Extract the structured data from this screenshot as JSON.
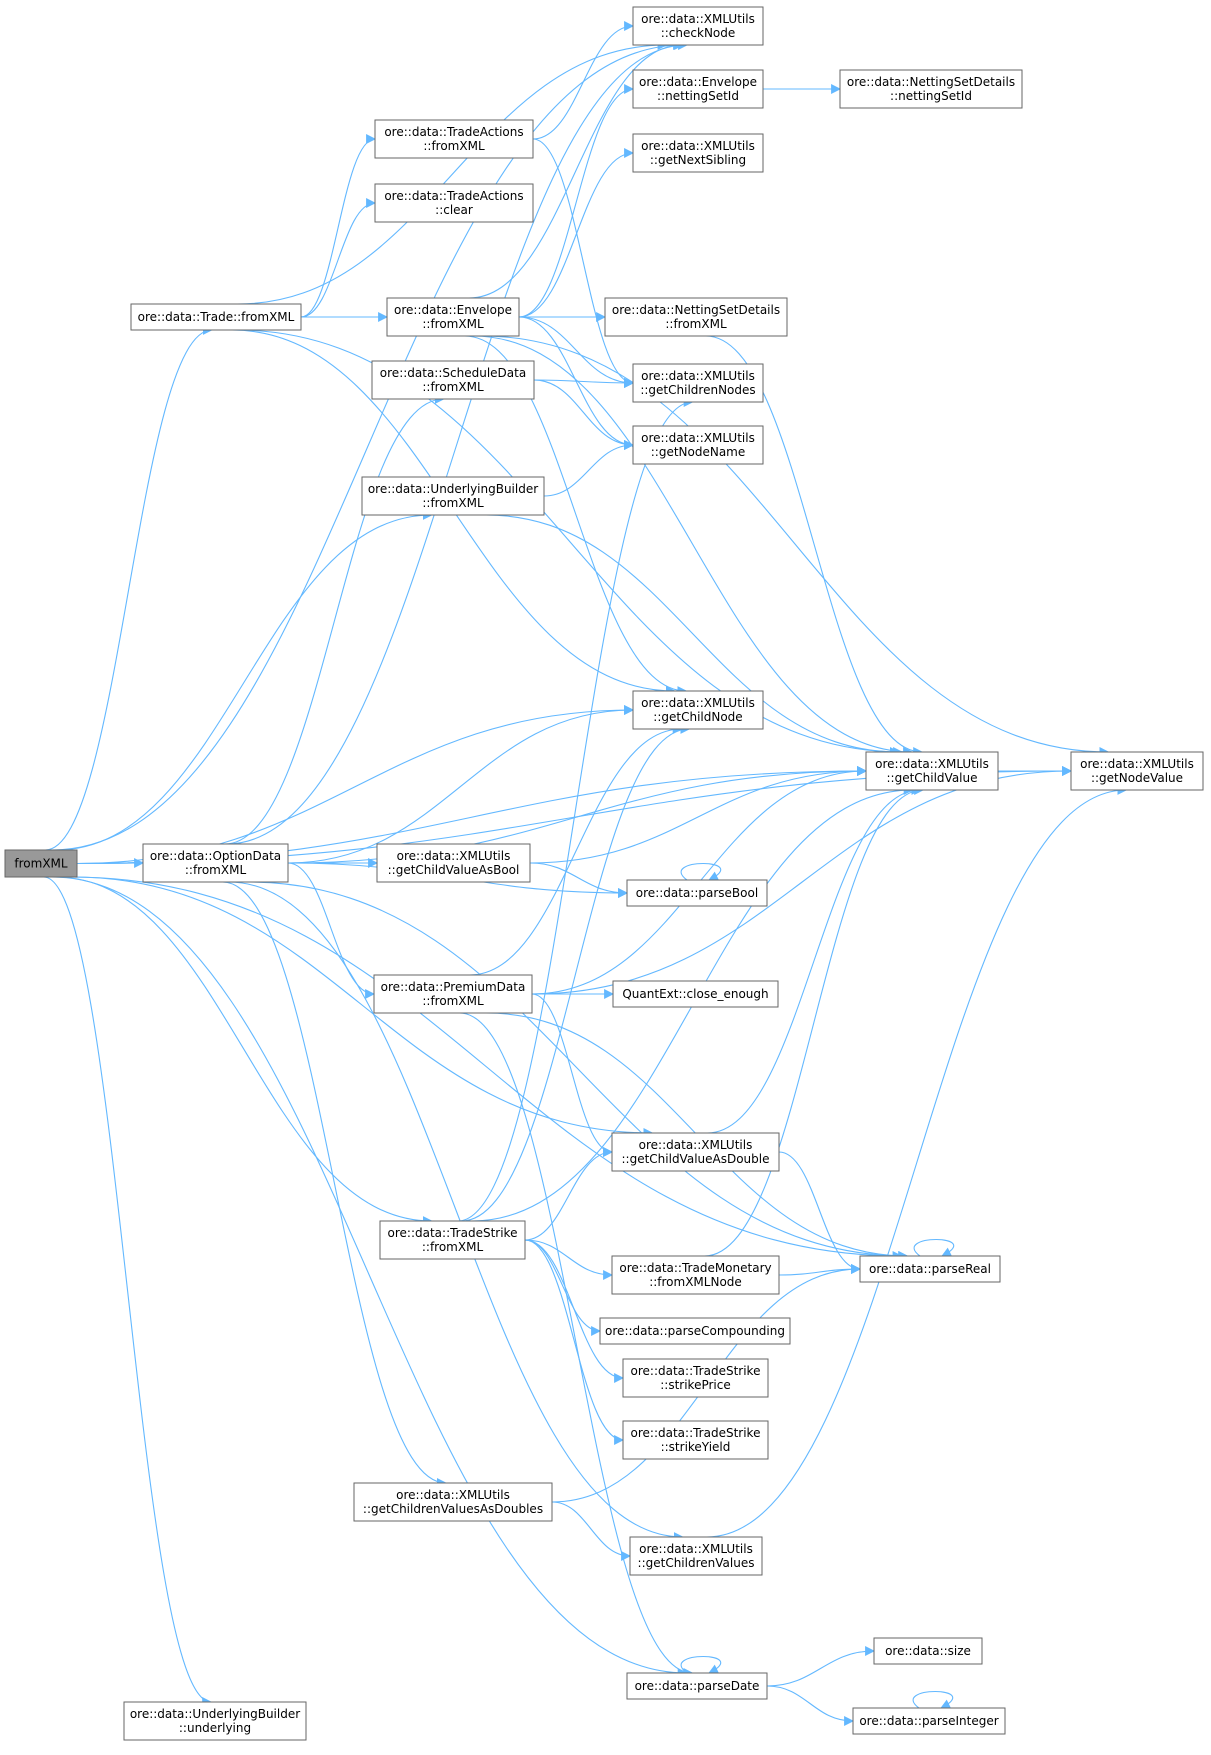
{
  "colors": {
    "edge": "#63b8ff",
    "node_border": "#666666",
    "root_fill": "#999999",
    "node_fill": "#ffffff"
  },
  "nodes": [
    {
      "id": "root",
      "lines": [
        "fromXML"
      ],
      "root": true
    },
    {
      "id": "checkNode",
      "lines": [
        "ore::data::XMLUtils",
        "::checkNode"
      ]
    },
    {
      "id": "envNettingSetId",
      "lines": [
        "ore::data::Envelope",
        "::nettingSetId"
      ]
    },
    {
      "id": "nsdNettingSetId",
      "lines": [
        "ore::data::NettingSetDetails",
        "::nettingSetId"
      ]
    },
    {
      "id": "getNextSibling",
      "lines": [
        "ore::data::XMLUtils",
        "::getNextSibling"
      ]
    },
    {
      "id": "taFromXML",
      "lines": [
        "ore::data::TradeActions",
        "::fromXML"
      ]
    },
    {
      "id": "taClear",
      "lines": [
        "ore::data::TradeActions",
        "::clear"
      ]
    },
    {
      "id": "tradeFromXML",
      "lines": [
        "ore::data::Trade::fromXML"
      ]
    },
    {
      "id": "envFromXML",
      "lines": [
        "ore::data::Envelope",
        "::fromXML"
      ]
    },
    {
      "id": "nsdFromXML",
      "lines": [
        "ore::data::NettingSetDetails",
        "::fromXML"
      ]
    },
    {
      "id": "sdFromXML",
      "lines": [
        "ore::data::ScheduleData",
        "::fromXML"
      ]
    },
    {
      "id": "getChildrenNodes",
      "lines": [
        "ore::data::XMLUtils",
        "::getChildrenNodes"
      ]
    },
    {
      "id": "getNodeName",
      "lines": [
        "ore::data::XMLUtils",
        "::getNodeName"
      ]
    },
    {
      "id": "ubFromXML",
      "lines": [
        "ore::data::UnderlyingBuilder",
        "::fromXML"
      ]
    },
    {
      "id": "getChildNode",
      "lines": [
        "ore::data::XMLUtils",
        "::getChildNode"
      ]
    },
    {
      "id": "getChildValue",
      "lines": [
        "ore::data::XMLUtils",
        "::getChildValue"
      ]
    },
    {
      "id": "getNodeValue",
      "lines": [
        "ore::data::XMLUtils",
        "::getNodeValue"
      ]
    },
    {
      "id": "odFromXML",
      "lines": [
        "ore::data::OptionData",
        "::fromXML"
      ]
    },
    {
      "id": "getChildValueAsBool",
      "lines": [
        "ore::data::XMLUtils",
        "::getChildValueAsBool"
      ]
    },
    {
      "id": "parseBool",
      "lines": [
        "ore::data::parseBool"
      ]
    },
    {
      "id": "pdFromXML",
      "lines": [
        "ore::data::PremiumData",
        "::fromXML"
      ]
    },
    {
      "id": "closeEnough",
      "lines": [
        "QuantExt::close_enough"
      ]
    },
    {
      "id": "getChildValueAsDouble",
      "lines": [
        "ore::data::XMLUtils",
        "::getChildValueAsDouble"
      ]
    },
    {
      "id": "tsFromXML",
      "lines": [
        "ore::data::TradeStrike",
        "::fromXML"
      ]
    },
    {
      "id": "tmFromXMLNode",
      "lines": [
        "ore::data::TradeMonetary",
        "::fromXMLNode"
      ]
    },
    {
      "id": "parseReal",
      "lines": [
        "ore::data::parseReal"
      ]
    },
    {
      "id": "parseCompounding",
      "lines": [
        "ore::data::parseCompounding"
      ]
    },
    {
      "id": "strikePrice",
      "lines": [
        "ore::data::TradeStrike",
        "::strikePrice"
      ]
    },
    {
      "id": "strikeYield",
      "lines": [
        "ore::data::TradeStrike",
        "::strikeYield"
      ]
    },
    {
      "id": "getChildrenValuesAsDoubles",
      "lines": [
        "ore::data::XMLUtils",
        "::getChildrenValuesAsDoubles"
      ]
    },
    {
      "id": "getChildrenValues",
      "lines": [
        "ore::data::XMLUtils",
        "::getChildrenValues"
      ]
    },
    {
      "id": "size",
      "lines": [
        "ore::data::size"
      ]
    },
    {
      "id": "parseDate",
      "lines": [
        "ore::data::parseDate"
      ]
    },
    {
      "id": "ubUnderlying",
      "lines": [
        "ore::data::UnderlyingBuilder",
        "::underlying"
      ]
    },
    {
      "id": "parseInteger",
      "lines": [
        "ore::data::parseInteger"
      ]
    }
  ],
  "edges": [
    [
      "root",
      "tradeFromXML"
    ],
    [
      "root",
      "ubFromXML"
    ],
    [
      "root",
      "getChildNode"
    ],
    [
      "root",
      "getChildValue"
    ],
    [
      "root",
      "getNodeValue"
    ],
    [
      "root",
      "odFromXML"
    ],
    [
      "root",
      "getChildValueAsDouble"
    ],
    [
      "root",
      "tsFromXML"
    ],
    [
      "root",
      "parseReal"
    ],
    [
      "root",
      "parseDate"
    ],
    [
      "root",
      "ubUnderlying"
    ],
    [
      "root",
      "checkNode"
    ],
    [
      "tradeFromXML",
      "checkNode"
    ],
    [
      "tradeFromXML",
      "taFromXML"
    ],
    [
      "tradeFromXML",
      "taClear"
    ],
    [
      "tradeFromXML",
      "envFromXML"
    ],
    [
      "tradeFromXML",
      "getChildNode"
    ],
    [
      "tradeFromXML",
      "getChildValue"
    ],
    [
      "taFromXML",
      "checkNode"
    ],
    [
      "taFromXML",
      "getChildrenNodes"
    ],
    [
      "envFromXML",
      "checkNode"
    ],
    [
      "envFromXML",
      "envNettingSetId"
    ],
    [
      "envFromXML",
      "getNextSibling"
    ],
    [
      "envFromXML",
      "nsdFromXML"
    ],
    [
      "envFromXML",
      "getChildrenNodes"
    ],
    [
      "envFromXML",
      "getNodeName"
    ],
    [
      "envFromXML",
      "getChildNode"
    ],
    [
      "envFromXML",
      "getChildValue"
    ],
    [
      "envFromXML",
      "getNodeValue"
    ],
    [
      "envNettingSetId",
      "nsdNettingSetId"
    ],
    [
      "nsdFromXML",
      "getChildValue"
    ],
    [
      "sdFromXML",
      "getChildrenNodes"
    ],
    [
      "sdFromXML",
      "getNodeName"
    ],
    [
      "ubFromXML",
      "getNodeName"
    ],
    [
      "ubFromXML",
      "getChildValue"
    ],
    [
      "odFromXML",
      "checkNode"
    ],
    [
      "odFromXML",
      "sdFromXML"
    ],
    [
      "odFromXML",
      "getChildNode"
    ],
    [
      "odFromXML",
      "getChildValue"
    ],
    [
      "odFromXML",
      "getChildValueAsBool"
    ],
    [
      "odFromXML",
      "parseBool"
    ],
    [
      "odFromXML",
      "pdFromXML"
    ],
    [
      "odFromXML",
      "getChildrenValuesAsDoubles"
    ],
    [
      "odFromXML",
      "getChildrenValues"
    ],
    [
      "odFromXML",
      "parseReal"
    ],
    [
      "getChildValueAsBool",
      "getChildValue"
    ],
    [
      "getChildValueAsBool",
      "parseBool"
    ],
    [
      "parseBool",
      "parseBool"
    ],
    [
      "getChildValue",
      "getNodeValue"
    ],
    [
      "pdFromXML",
      "getChildNode"
    ],
    [
      "pdFromXML",
      "getChildValue"
    ],
    [
      "pdFromXML",
      "closeEnough"
    ],
    [
      "pdFromXML",
      "getNodeValue"
    ],
    [
      "pdFromXML",
      "getChildValueAsDouble"
    ],
    [
      "pdFromXML",
      "parseReal"
    ],
    [
      "pdFromXML",
      "parseDate"
    ],
    [
      "getChildValueAsDouble",
      "getChildValue"
    ],
    [
      "getChildValueAsDouble",
      "parseReal"
    ],
    [
      "tsFromXML",
      "getChildrenNodes"
    ],
    [
      "tsFromXML",
      "getChildNode"
    ],
    [
      "tsFromXML",
      "getChildValueAsDouble"
    ],
    [
      "tsFromXML",
      "getChildValue"
    ],
    [
      "tsFromXML",
      "tmFromXMLNode"
    ],
    [
      "tsFromXML",
      "parseCompounding"
    ],
    [
      "tsFromXML",
      "strikePrice"
    ],
    [
      "tsFromXML",
      "strikeYield"
    ],
    [
      "tmFromXMLNode",
      "parseReal"
    ],
    [
      "tmFromXMLNode",
      "getChildValue"
    ],
    [
      "parseReal",
      "parseReal"
    ],
    [
      "getChildrenValuesAsDoubles",
      "parseReal"
    ],
    [
      "getChildrenValuesAsDoubles",
      "getChildrenValues"
    ],
    [
      "getChildrenValues",
      "getNodeValue"
    ],
    [
      "parseDate",
      "size"
    ],
    [
      "parseDate",
      "parseInteger"
    ],
    [
      "parseDate",
      "parseDate"
    ],
    [
      "parseInteger",
      "parseInteger"
    ]
  ]
}
